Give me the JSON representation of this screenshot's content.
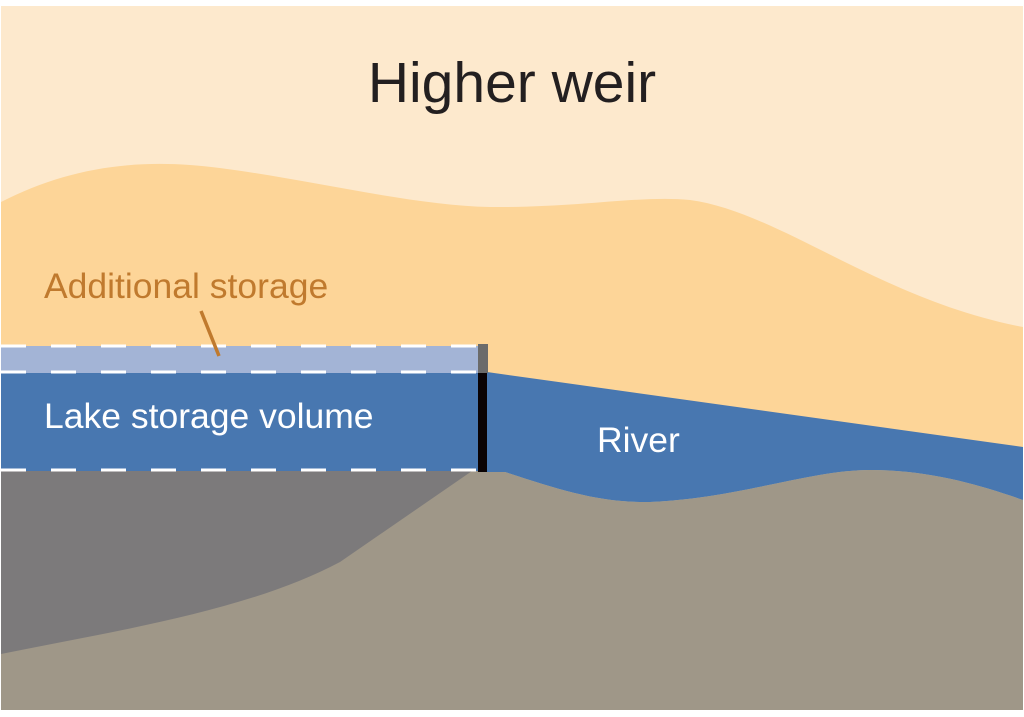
{
  "diagram": {
    "title": "Higher weir",
    "labels": {
      "additional_storage": "Additional storage",
      "lake_storage_volume": "Lake storage volume",
      "river": "River"
    },
    "colors": {
      "sky": "#fde9cd",
      "hill": "#fdd598",
      "additional_storage": "#a3b4d6",
      "water": "#4877b0",
      "lake_bed": "#7c7a7b",
      "ground": "#9f9788",
      "weir_raised": "#6b6b6b",
      "weir": "#0a0304",
      "title_text": "#231f20",
      "annotation_text": "#c07a2e",
      "water_text": "#ffffff",
      "dash": "#ffffff"
    }
  }
}
